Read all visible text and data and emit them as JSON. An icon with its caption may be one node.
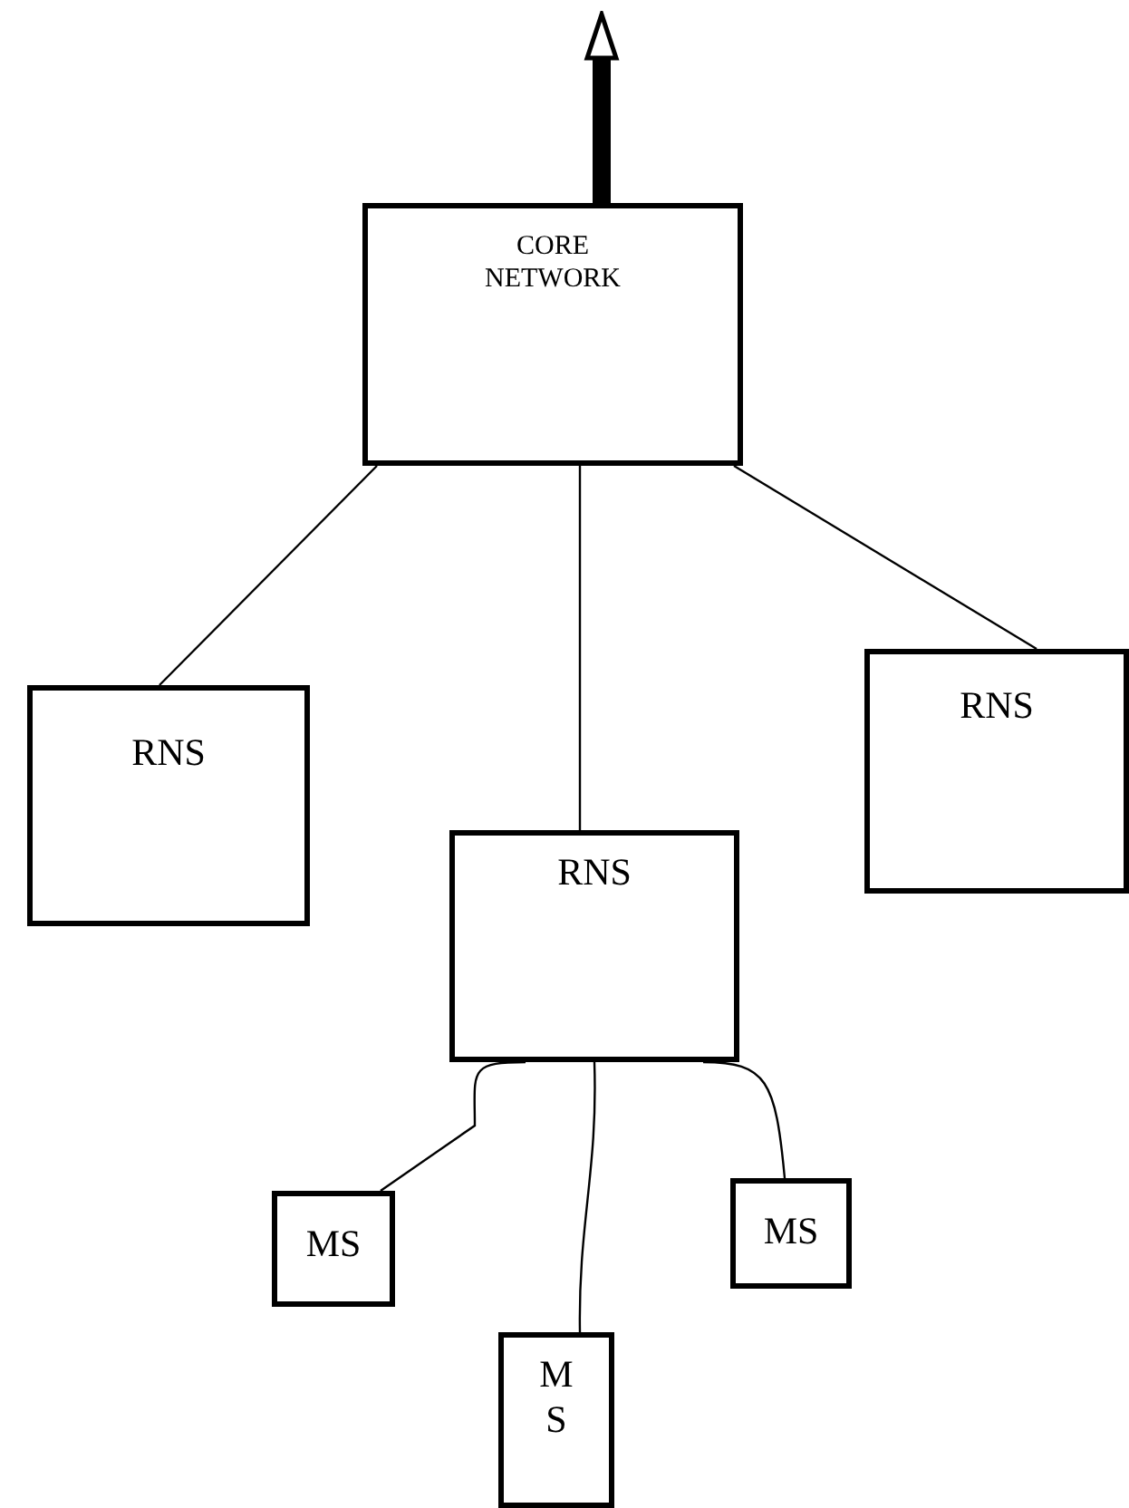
{
  "diagram": {
    "nodes": [
      {
        "text": [
          "CORE NETWORK"
        ]
      },
      {
        "text": [
          "RNS"
        ]
      },
      {
        "text": [
          "RNS"
        ]
      },
      {
        "text": [
          "RNS"
        ]
      },
      {
        "text": [
          "MS"
        ]
      },
      {
        "text": [
          "M S"
        ]
      },
      {
        "text": [
          "MS"
        ]
      }
    ],
    "edges": [
      {
        "from": 0,
        "to": null,
        "arrow": "to",
        "style": "thick"
      },
      {
        "from": 0,
        "to": 1,
        "arrow": "none"
      },
      {
        "from": 0,
        "to": 2,
        "arrow": "none"
      },
      {
        "from": 0,
        "to": 3,
        "arrow": "none"
      },
      {
        "from": 2,
        "to": 4,
        "arrow": "none"
      },
      {
        "from": 2,
        "to": 5,
        "arrow": "none"
      },
      {
        "from": 2,
        "to": 6,
        "arrow": "none"
      }
    ]
  }
}
